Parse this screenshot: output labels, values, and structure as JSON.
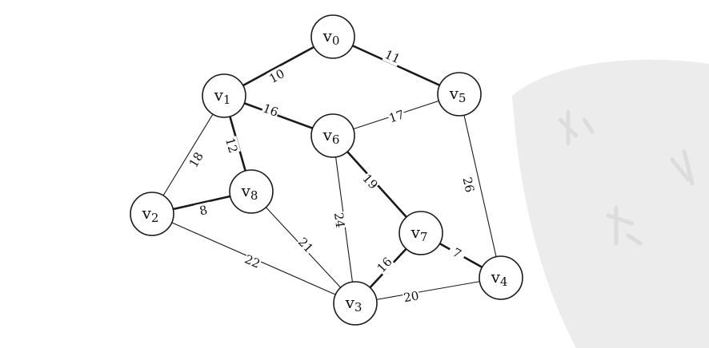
{
  "graph": {
    "nodes": [
      {
        "id": "v0",
        "label": "v",
        "sub": "0"
      },
      {
        "id": "v1",
        "label": "v",
        "sub": "1"
      },
      {
        "id": "v2",
        "label": "v",
        "sub": "2"
      },
      {
        "id": "v3",
        "label": "v",
        "sub": "3"
      },
      {
        "id": "v4",
        "label": "v",
        "sub": "4"
      },
      {
        "id": "v5",
        "label": "v",
        "sub": "5"
      },
      {
        "id": "v6",
        "label": "v",
        "sub": "6"
      },
      {
        "id": "v7",
        "label": "v",
        "sub": "7"
      },
      {
        "id": "v8",
        "label": "v",
        "sub": "8"
      }
    ],
    "edges": [
      {
        "from": "v0",
        "to": "v1",
        "weight": "10",
        "bold": true
      },
      {
        "from": "v0",
        "to": "v5",
        "weight": "11",
        "bold": true
      },
      {
        "from": "v1",
        "to": "v6",
        "weight": "16",
        "bold": true
      },
      {
        "from": "v1",
        "to": "v8",
        "weight": "12",
        "bold": true
      },
      {
        "from": "v1",
        "to": "v2",
        "weight": "18",
        "bold": false
      },
      {
        "from": "v5",
        "to": "v6",
        "weight": "17",
        "bold": false
      },
      {
        "from": "v5",
        "to": "v4",
        "weight": "26",
        "bold": false
      },
      {
        "from": "v2",
        "to": "v8",
        "weight": "8",
        "bold": true
      },
      {
        "from": "v2",
        "to": "v3",
        "weight": "22",
        "bold": false
      },
      {
        "from": "v8",
        "to": "v3",
        "weight": "21",
        "bold": false
      },
      {
        "from": "v6",
        "to": "v3",
        "weight": "24",
        "bold": false
      },
      {
        "from": "v6",
        "to": "v7",
        "weight": "19",
        "bold": true
      },
      {
        "from": "v7",
        "to": "v3",
        "weight": "16",
        "bold": true
      },
      {
        "from": "v7",
        "to": "v4",
        "weight": "7",
        "bold": true
      },
      {
        "from": "v3",
        "to": "v4",
        "weight": "20",
        "bold": false
      }
    ]
  },
  "colors": {
    "ink": "#1a1a1a",
    "watermark": "#ececec",
    "watermark_glyph": "#dcdcdc"
  }
}
